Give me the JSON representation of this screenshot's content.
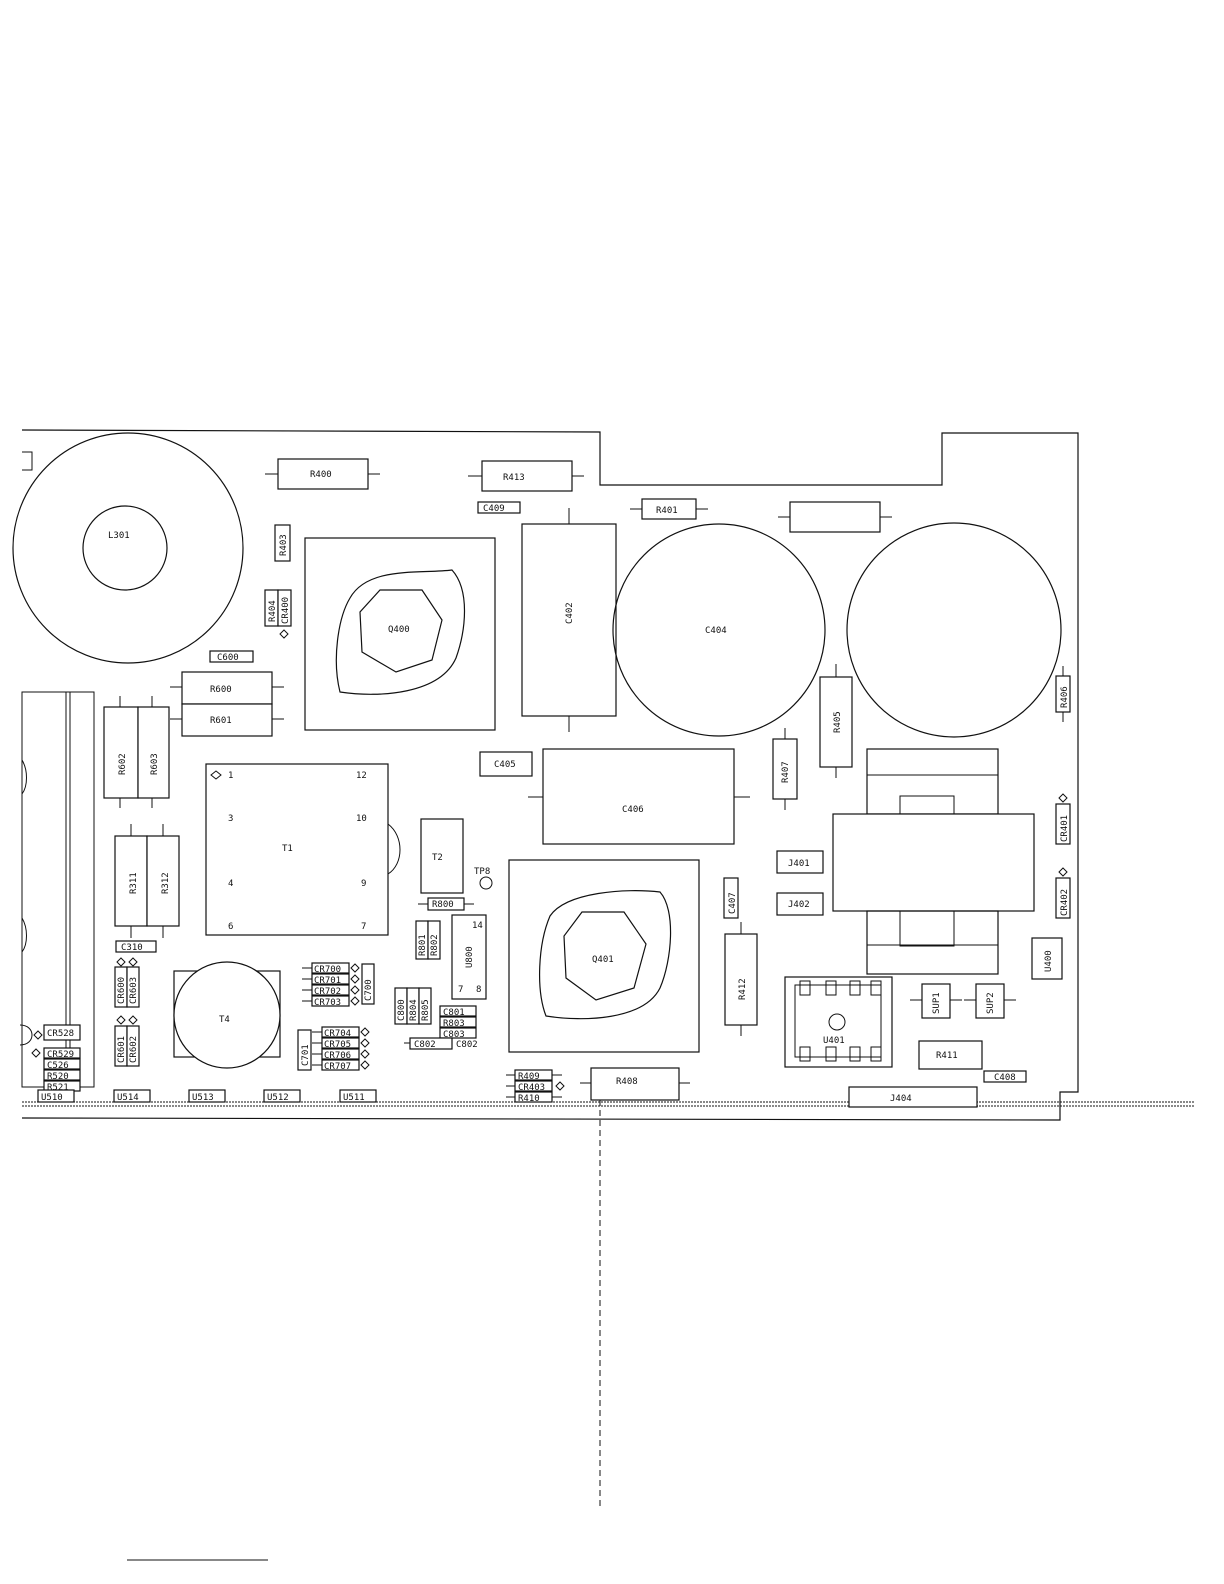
{
  "board": {
    "components": {
      "L301": "L301",
      "R400": "R400",
      "R413": "R413",
      "C409": "C409",
      "R401": "R401",
      "R403": "R403",
      "R404": "R404",
      "CR400": "CR400",
      "Q400": "Q400",
      "C402": "C402",
      "C404": "C404",
      "C600": "C600",
      "R600": "R600",
      "R601": "R601",
      "R602": "R602",
      "R603": "R603",
      "R405": "R405",
      "R406": "R406",
      "R407": "R407",
      "C405": "C405",
      "C406": "C406",
      "T1": "T1",
      "T2": "T2",
      "TP8": "TP8",
      "R311": "R311",
      "R312": "R312",
      "C310": "C310",
      "R800": "R800",
      "R801": "R801",
      "R802": "R802",
      "U800": "U800",
      "Q401": "Q401",
      "C407": "C407",
      "J401": "J401",
      "J402": "J402",
      "CR401": "CR401",
      "CR402": "CR402",
      "U400": "U400",
      "R412": "R412",
      "U401": "U401",
      "SUP1": "SUP1",
      "SUP2": "SUP2",
      "R411": "R411",
      "C408": "C408",
      "J404": "J404",
      "T4": "T4",
      "CR600": "CR600",
      "CR603": "CR603",
      "CR601": "CR601",
      "CR602": "CR602",
      "CR700": "CR700",
      "CR701": "CR701",
      "CR702": "CR702",
      "CR703": "CR703",
      "C700": "C700",
      "C701": "C701",
      "CR704": "CR704",
      "CR705": "CR705",
      "CR706": "CR706",
      "CR707": "CR707",
      "C800": "C800",
      "R804": "R804",
      "R805": "R805",
      "C801": "C801",
      "R803": "R803",
      "C803": "C803",
      "C802_a": "C802",
      "C802_b": "C802",
      "R409": "R409",
      "CR403": "CR403",
      "R410": "R410",
      "R408": "R408",
      "CR528": "CR528",
      "CR529": "CR529",
      "C526": "C526",
      "R520": "R520",
      "R521": "R521",
      "U510": "U510",
      "U514": "U514",
      "U513": "U513",
      "U512": "U512",
      "U511": "U511"
    },
    "t1_pins": [
      "1",
      "12",
      "3",
      "10",
      "4",
      "9",
      "6",
      "7"
    ],
    "u800_pins": [
      "14",
      "7",
      "8"
    ]
  }
}
